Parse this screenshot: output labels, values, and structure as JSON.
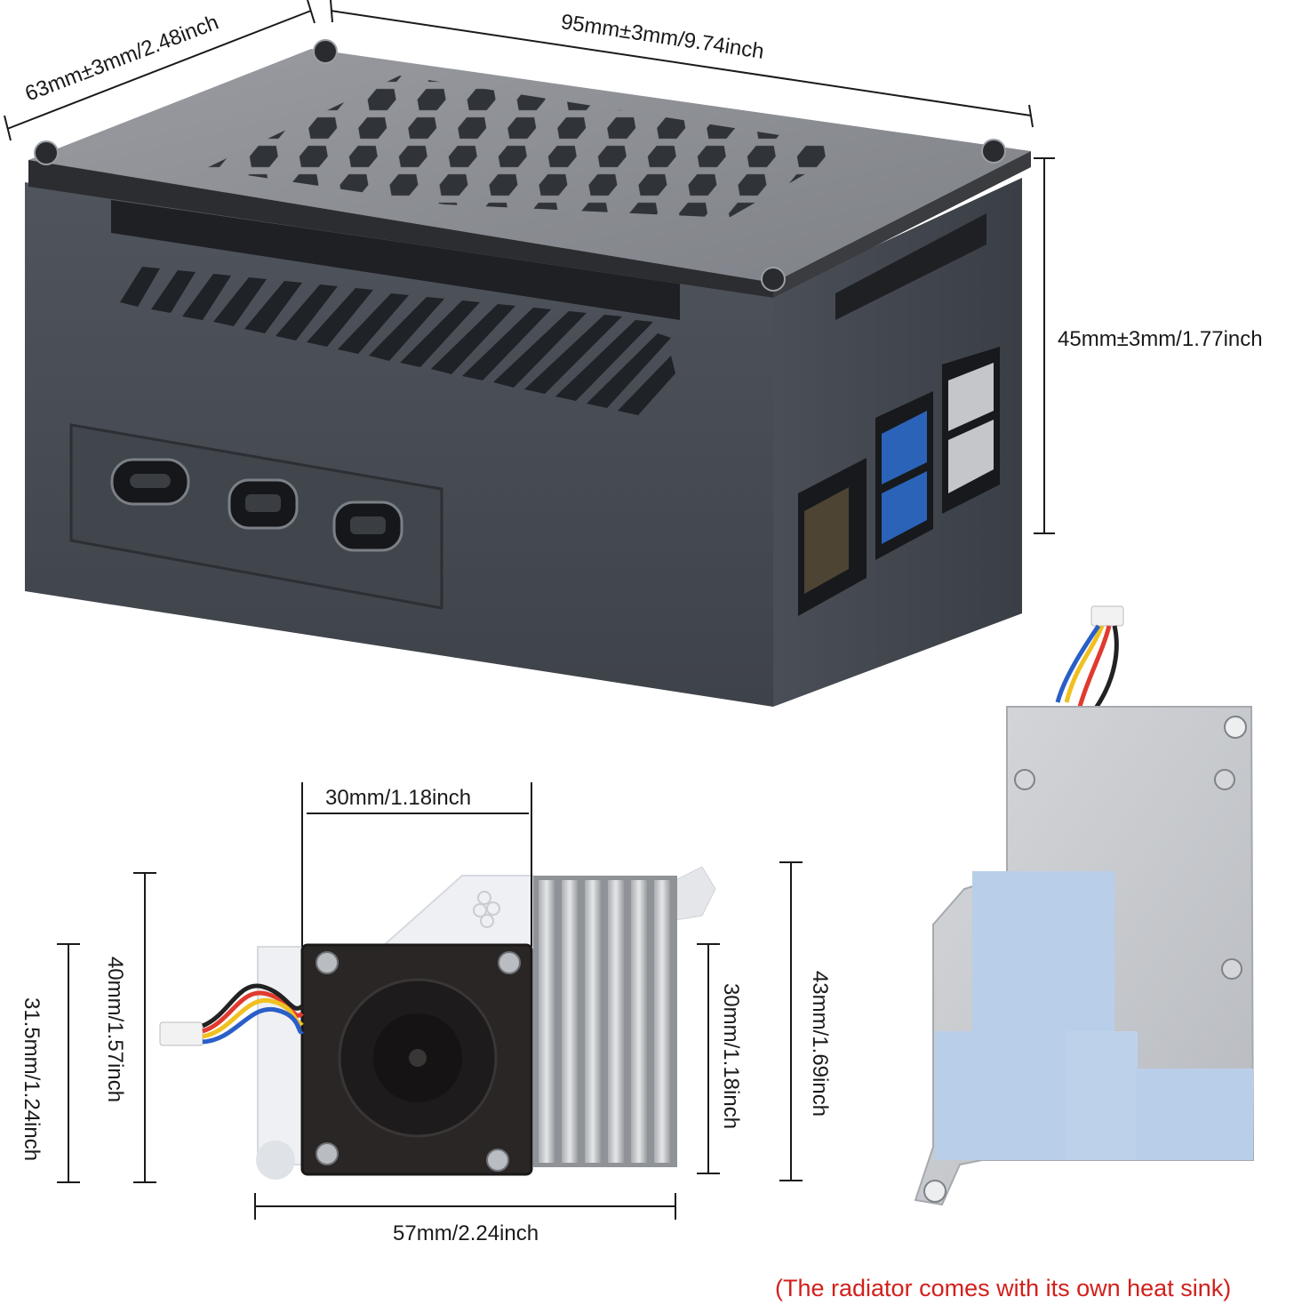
{
  "case": {
    "depth_label": "63mm±3mm/2.48inch",
    "length_label": "95mm±3mm/9.74inch",
    "height_label": "45mm±3mm/1.77inch"
  },
  "fan": {
    "fan_width_label": "30mm/1.18inch",
    "total_height_label": "40mm/1.57inch",
    "mount_height_label": "31.5mm/1.24inch",
    "fan_height_label": "30mm/1.18inch",
    "radiator_height_label": "43mm/1.69inch",
    "total_width_label": "57mm/2.24inch"
  },
  "note": "(The radiator comes with its own heat sink)",
  "colors": {
    "case": "#4a4f57",
    "case_dark": "#30343a",
    "acrylic": "#8d8f95",
    "aluminum": "#c9ccd0",
    "thermal_pad": "#b9cfe9",
    "note_red": "#d2201c"
  }
}
